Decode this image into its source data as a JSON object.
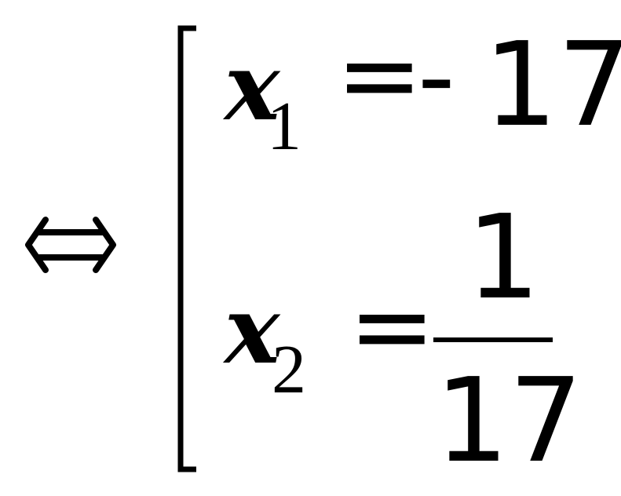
{
  "equivalence_symbol": "⇔",
  "system": {
    "row1": {
      "variable": "x",
      "subscript": "1",
      "equals": "=",
      "minus": "-",
      "value": "17"
    },
    "row2": {
      "variable": "x",
      "subscript": "2",
      "equals": "=",
      "fraction": {
        "numerator": "1",
        "denominator": "17"
      }
    }
  }
}
